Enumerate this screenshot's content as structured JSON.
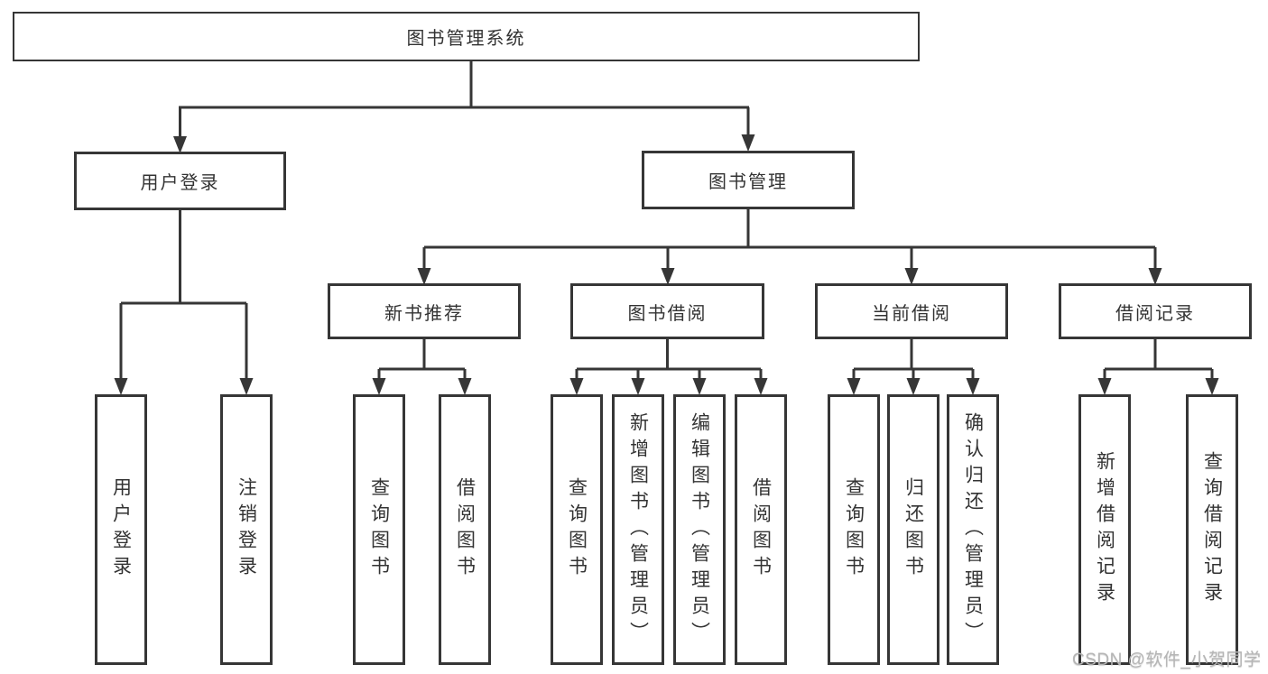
{
  "diagram": {
    "title": "图书管理系统",
    "nodes": {
      "root": "图书管理系统",
      "user_login": "用户登录",
      "book_mgmt": "图书管理",
      "ul_login": "用户登录",
      "ul_logout": "注销登录",
      "new_book_rec": "新书推荐",
      "book_borrow": "图书借阅",
      "current_borrow": "当前借阅",
      "borrow_records": "借阅记录",
      "nbr_query": "查询图书",
      "nbr_borrow": "借阅图书",
      "bb_query": "查询图书",
      "bb_add": "新增图书（管理员）",
      "bb_edit": "编辑图书（管理员）",
      "bb_borrow": "借阅图书",
      "cb_query": "查询图书",
      "cb_return": "归还图书",
      "cb_confirm": "确认归还（管理员）",
      "br_add": "新增借阅记录",
      "br_query": "查询借阅记录"
    },
    "tree": {
      "label": "图书管理系统",
      "children": [
        {
          "label": "用户登录",
          "children": [
            {
              "label": "用户登录"
            },
            {
              "label": "注销登录"
            }
          ]
        },
        {
          "label": "图书管理",
          "children": [
            {
              "label": "新书推荐",
              "children": [
                {
                  "label": "查询图书"
                },
                {
                  "label": "借阅图书"
                }
              ]
            },
            {
              "label": "图书借阅",
              "children": [
                {
                  "label": "查询图书"
                },
                {
                  "label": "新增图书（管理员）"
                },
                {
                  "label": "编辑图书（管理员）"
                },
                {
                  "label": "借阅图书"
                }
              ]
            },
            {
              "label": "当前借阅",
              "children": [
                {
                  "label": "查询图书"
                },
                {
                  "label": "归还图书"
                },
                {
                  "label": "确认归还（管理员）"
                }
              ]
            },
            {
              "label": "借阅记录",
              "children": [
                {
                  "label": "新增借阅记录"
                },
                {
                  "label": "查询借阅记录"
                }
              ]
            }
          ]
        }
      ]
    },
    "colors": {
      "line": "#363636",
      "text": "#333333",
      "background": "#ffffff",
      "watermark": "#b5b5b5"
    }
  },
  "watermark": "CSDN @软件_小贺同学"
}
